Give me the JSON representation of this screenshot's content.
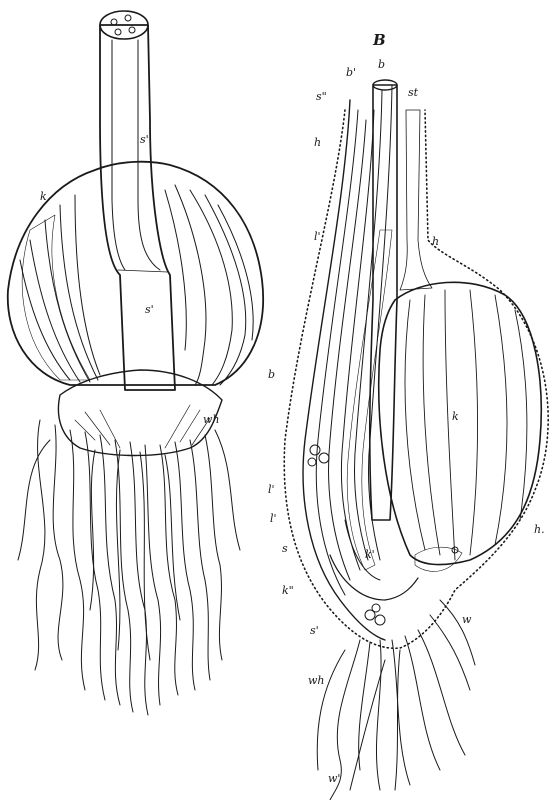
{
  "figure_b_heading": "B",
  "labels_a": {
    "k": "k",
    "s_top": "s'",
    "s_mid": "s'",
    "wh": "wh"
  },
  "labels_b": {
    "s2": "s\"",
    "b1": "b'",
    "b": "b",
    "st": "st",
    "h_upper": "h",
    "h_right": "h",
    "h_lower_right": "h.",
    "l1": "l'",
    "b_left": "b",
    "l1_low": "l'",
    "l_low": "l'",
    "s": "s",
    "k_center": "k",
    "k1": "k'",
    "k2": "k\"",
    "s1": "s'",
    "w": "w",
    "wh": "wh",
    "w1": "w'"
  },
  "colors": {
    "ink": "#1a1a1a",
    "paper": "#ffffff"
  }
}
